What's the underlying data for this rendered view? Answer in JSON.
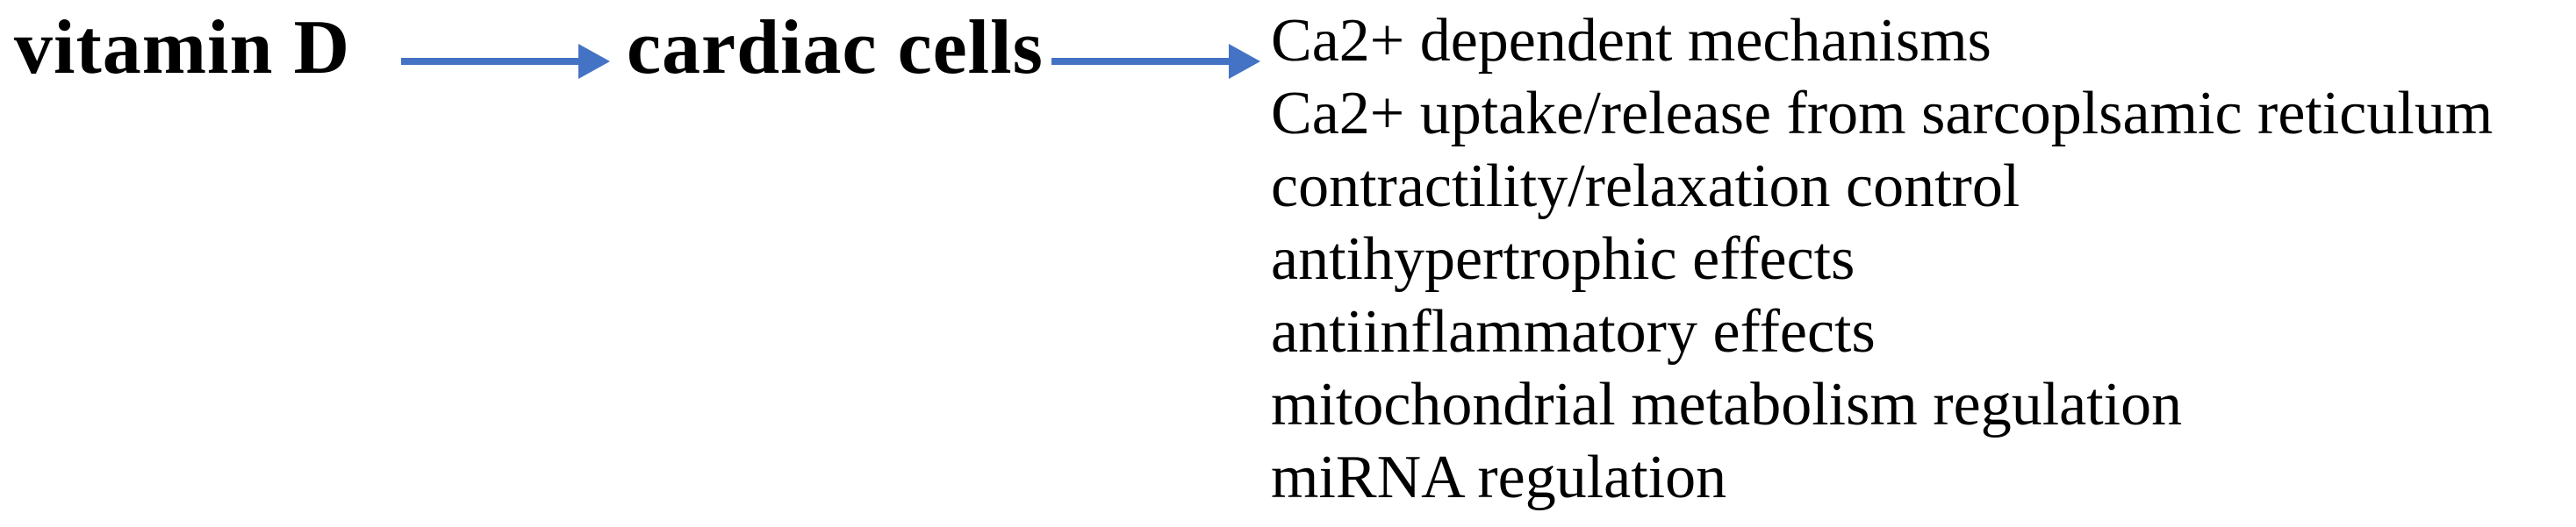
{
  "diagram": {
    "background_color": "#FFFFFF",
    "text_color": "#000000",
    "arrow_color": "#4472C4",
    "nodes": [
      {
        "id": "vitamin-d",
        "label": "vitamin D"
      },
      {
        "id": "cardiac-cells",
        "label": "cardiac cells"
      }
    ],
    "arrows": [
      {
        "from": "vitamin D",
        "to": "cardiac cells",
        "icon": "right-arrow"
      },
      {
        "from": "cardiac cells",
        "to": "effects-list",
        "icon": "right-arrow"
      }
    ],
    "effects": [
      "Ca2+ dependent mechanisms",
      "Ca2+ uptake/release from sarcoplsamic reticulum",
      "contractility/relaxation control",
      "antihypertrophic effects",
      "antiinflammatory effects",
      "mitochondrial metabolism regulation",
      "miRNA regulation"
    ]
  }
}
